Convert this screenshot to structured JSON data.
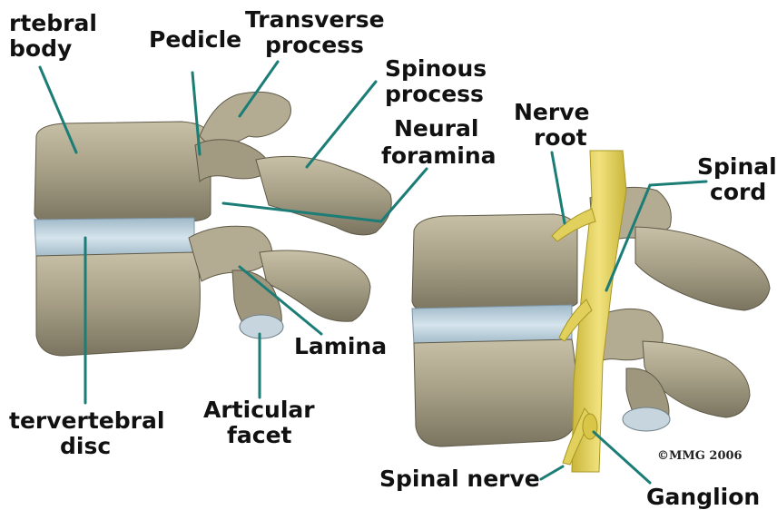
{
  "labels": {
    "vertebral_body_1": "rtebral",
    "vertebral_body_2": "body",
    "pedicle": "Pedicle",
    "transverse_process_1": "Transverse",
    "transverse_process_2": "process",
    "spinous_process_1": "Spinous",
    "spinous_process_2": "process",
    "neural_foramina_1": "Neural",
    "neural_foramina_2": "foramina",
    "nerve_root_1": "Nerve",
    "nerve_root_2": "root",
    "spinal_cord_1": "Spinal",
    "spinal_cord_2": "cord",
    "lamina": "Lamina",
    "articular_facet_1": "Articular",
    "articular_facet_2": "facet",
    "intervertebral_disc_1": "tervertebral",
    "intervertebral_disc_2": "disc",
    "spinal_nerve": "Spinal nerve",
    "ganglion": "Ganglion"
  },
  "copyright": "©MMG 2006",
  "colors": {
    "bone": "#a59e85",
    "bone_shadow": "#6e6853",
    "bone_highlight": "#cbc5ad",
    "disc": "#b9cfdc",
    "nerve": "#e6d464",
    "leader": "#1b7d76",
    "text": "#111111"
  }
}
